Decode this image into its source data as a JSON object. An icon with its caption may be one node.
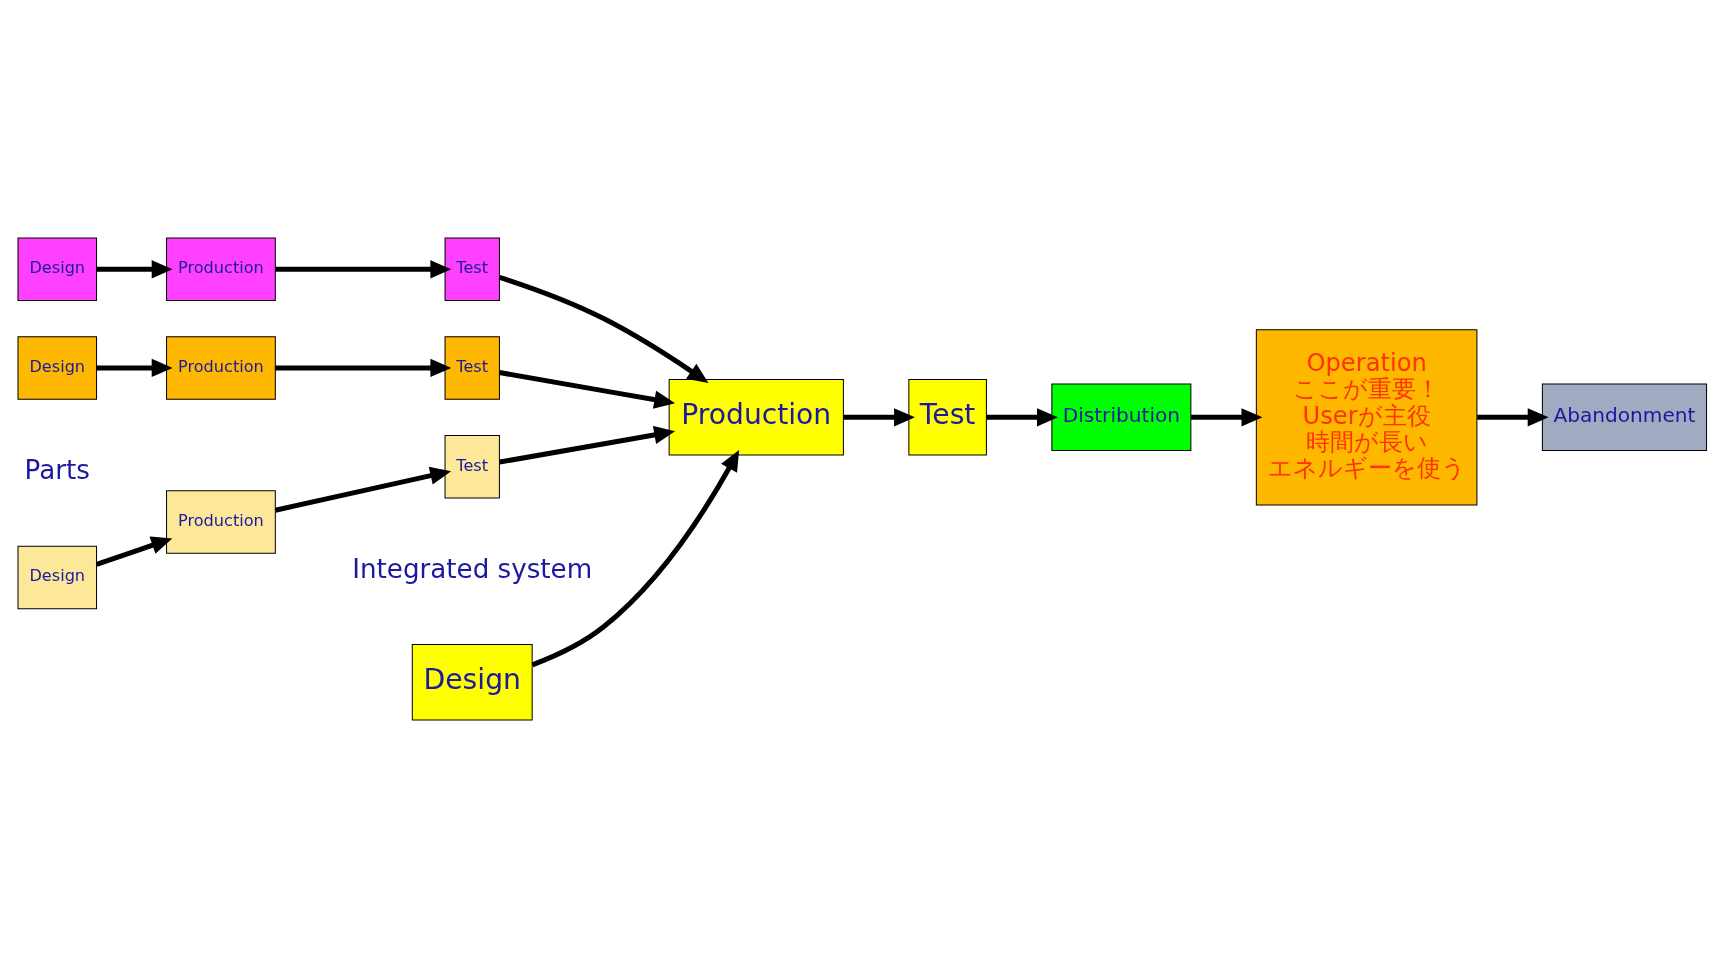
{
  "diagram": {
    "nodes": [
      {
        "text": [
          "Design"
        ]
      },
      {
        "text": [
          "Production"
        ]
      },
      {
        "text": [
          "Test"
        ]
      },
      {
        "text": [
          "Design"
        ]
      },
      {
        "text": [
          "Production"
        ]
      },
      {
        "text": [
          "Test"
        ]
      },
      {
        "text": [
          "Design"
        ]
      },
      {
        "text": [
          "Production"
        ]
      },
      {
        "text": [
          "Test"
        ]
      },
      {
        "text": [
          "Design"
        ]
      },
      {
        "text": [
          "Abandonment"
        ]
      },
      {
        "text": [
          "Production"
        ]
      },
      {
        "text": [
          "Operation",
          "ここが重要！",
          "Userが主役",
          "時間が長い",
          "エネルギーを使う"
        ]
      },
      {
        "text": [
          "Test"
        ]
      },
      {
        "text": [
          "Distribution"
        ]
      }
    ],
    "edges": [
      {
        "from": 0,
        "to": 1,
        "arrow": "to"
      },
      {
        "from": 1,
        "to": 2,
        "arrow": "to"
      },
      {
        "from": 3,
        "to": 4,
        "arrow": "to"
      },
      {
        "from": 4,
        "to": 5,
        "arrow": "to"
      },
      {
        "from": 6,
        "to": 7,
        "arrow": "to"
      },
      {
        "from": 7,
        "to": 8,
        "arrow": "to"
      },
      {
        "from": 2,
        "to": 11,
        "arrow": "to"
      },
      {
        "from": 5,
        "to": 11,
        "arrow": "to"
      },
      {
        "from": 8,
        "to": 11,
        "arrow": "to"
      },
      {
        "from": 9,
        "to": 11,
        "arrow": "to"
      },
      {
        "from": 11,
        "to": 13,
        "arrow": "to"
      },
      {
        "from": 13,
        "to": 14,
        "arrow": "to"
      },
      {
        "from": 14,
        "to": 12,
        "arrow": "to"
      },
      {
        "from": 12,
        "to": 10,
        "arrow": "to"
      }
    ],
    "labels": [
      "Parts",
      "Integrated system"
    ]
  }
}
